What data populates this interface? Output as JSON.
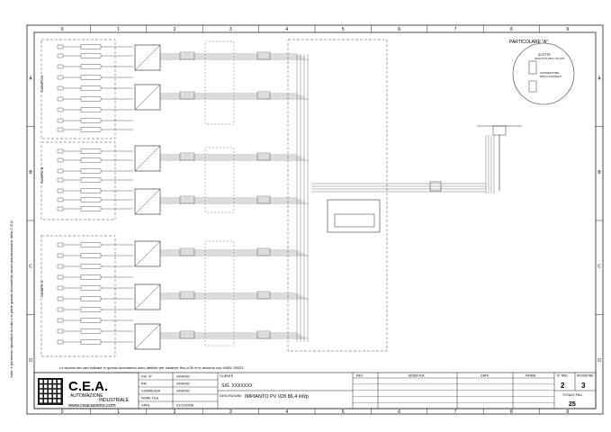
{
  "grid": {
    "columns": [
      "0",
      "1",
      "2",
      "3",
      "4",
      "5",
      "6",
      "7",
      "8",
      "9"
    ],
    "rows": [
      "A",
      "B",
      "C",
      "D"
    ]
  },
  "side_note": "Note: è permesso riprodurre in tutto o in parte questo documento senza autorizzazione della C.E.A.",
  "fields": {
    "field_a": "CAMPO A",
    "field_b": "CAMPO B",
    "field_c": "CAMPO C"
  },
  "detail": {
    "title": "PARTICOLARE \"A\"",
    "lines": [
      "SCOTTE",
      "SCHOTTT POLY TH 370",
      "CONNETTORE",
      "MULTI-CONTACT"
    ]
  },
  "footnote": "Le sezioni dei cavi indicate in questo documento sono definite per distanze fino a 50 m in accordo con UNEL 35023",
  "company": {
    "name": "C.E.A.",
    "line1": "AUTOMAZIONE",
    "line2": "INDUSTRIALE",
    "web": "www.ceacassino.com"
  },
  "title_block": {
    "labels": [
      "DIS. N°",
      "RIF.",
      "COMMESSA",
      "NOME FILE",
      "DATA"
    ],
    "values": [
      "2008032",
      "2008032",
      "2008032",
      "",
      "01/12/2008"
    ],
    "client_label": "CLIENTE",
    "client": "SIG. XXXXXXX",
    "desc_label": "DESCRIZIONE",
    "description": "IMPIANTO PV 028 86,4 kWp",
    "rev_label": "REV.",
    "mod_label": "MODIFICA",
    "data_label": "DATA",
    "firma_label": "FIRMA",
    "page_label": "N° PAG.",
    "rev_no_label": "REVISIONE",
    "page": "2",
    "revision": "3",
    "total_label": "TOTALE PAG.",
    "total": "25"
  }
}
